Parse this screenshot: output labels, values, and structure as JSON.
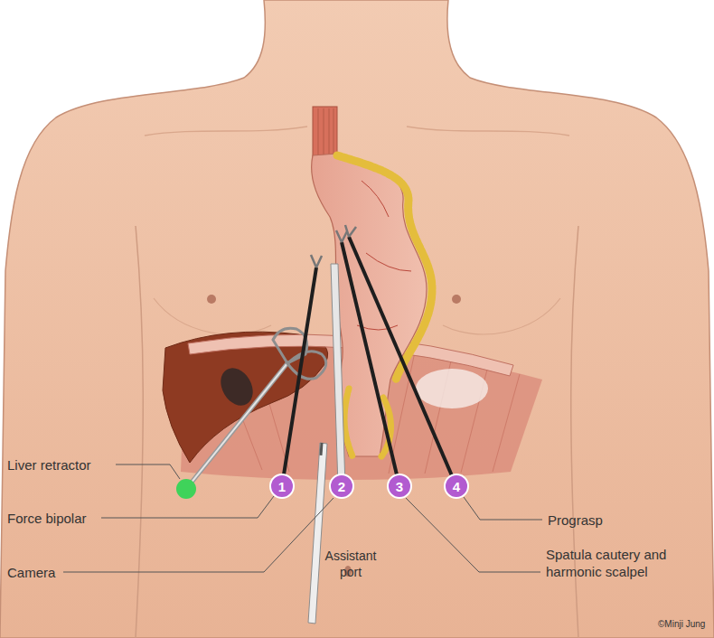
{
  "diagram": {
    "nodes": [
      {
        "text": [
          "1"
        ]
      },
      {
        "text": [
          "2"
        ]
      },
      {
        "text": [
          "3"
        ]
      },
      {
        "text": [
          "4"
        ]
      }
    ],
    "labels": [
      "Liver retractor",
      "Force bipolar",
      "Camera",
      "Assistant port",
      "Prograsp",
      "Spatula cautery and harmonic scalpel",
      "©Minji Jung"
    ]
  }
}
